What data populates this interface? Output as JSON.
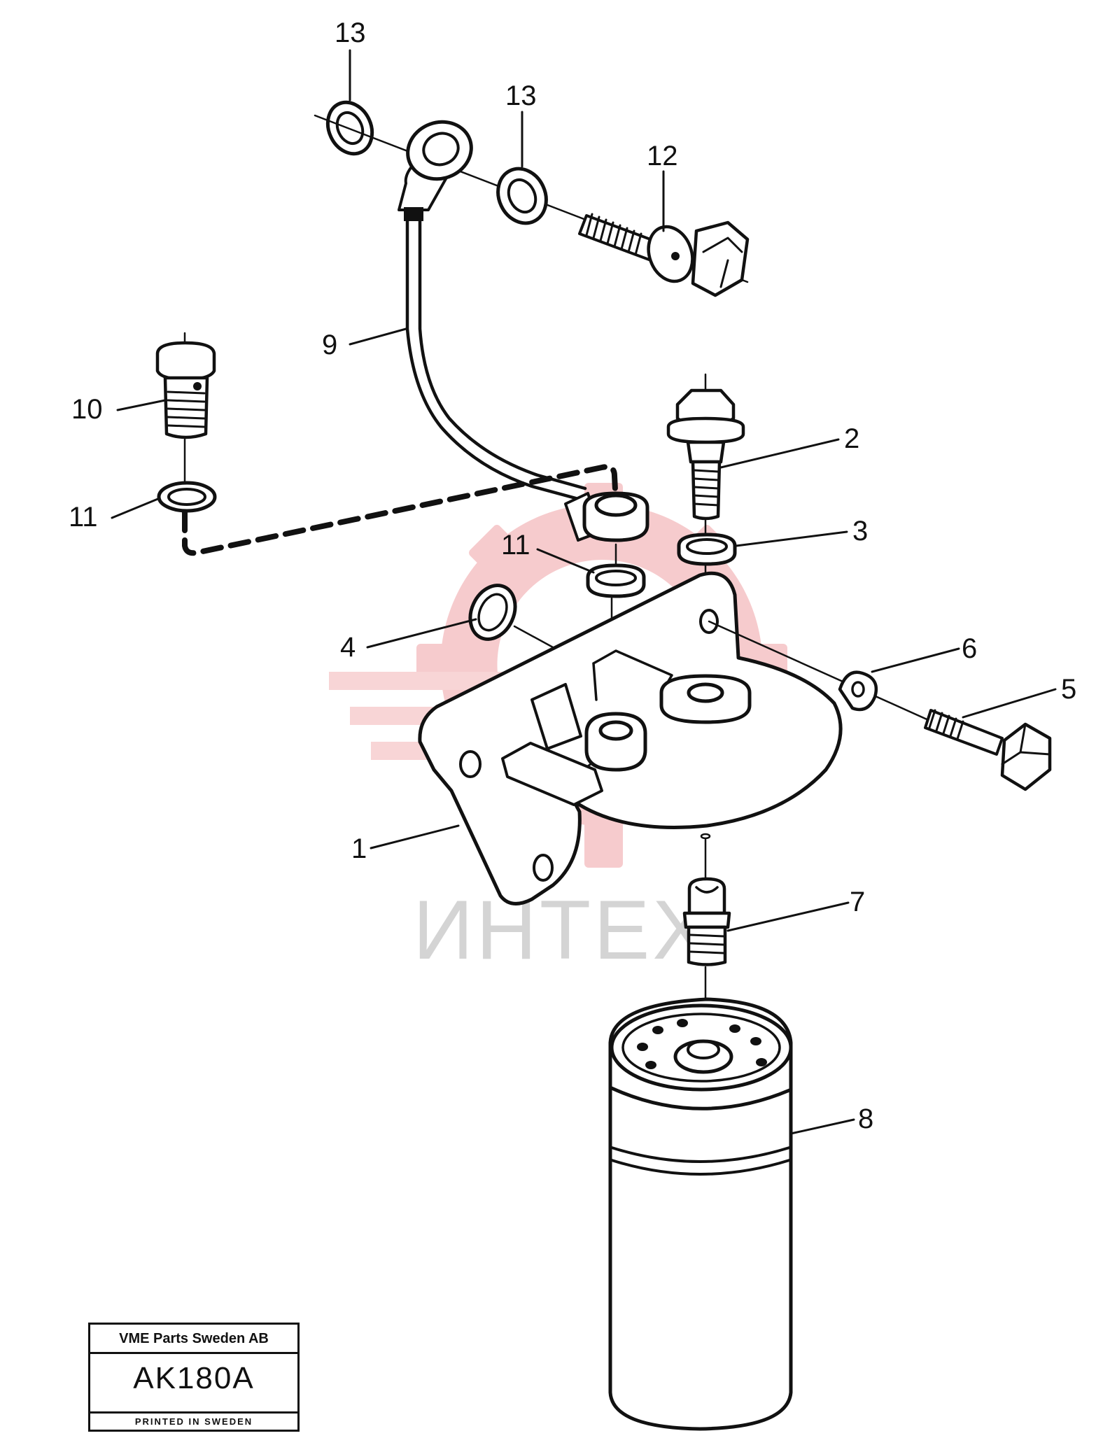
{
  "diagram": {
    "callouts": {
      "c1": "1",
      "c2": "2",
      "c3": "3",
      "c4": "4",
      "c5": "5",
      "c6": "6",
      "c7": "7",
      "c8": "8",
      "c9": "9",
      "c10": "10",
      "c11_left": "11",
      "c11_center": "11",
      "c12": "12",
      "c13_left": "13",
      "c13_right": "13"
    },
    "watermark": {
      "text": "ИНТЕХ",
      "color": "#e8868a"
    }
  },
  "stamp": {
    "company": "VME Parts Sweden AB",
    "code": "AK180A",
    "printed": "PRINTED IN SWEDEN"
  }
}
